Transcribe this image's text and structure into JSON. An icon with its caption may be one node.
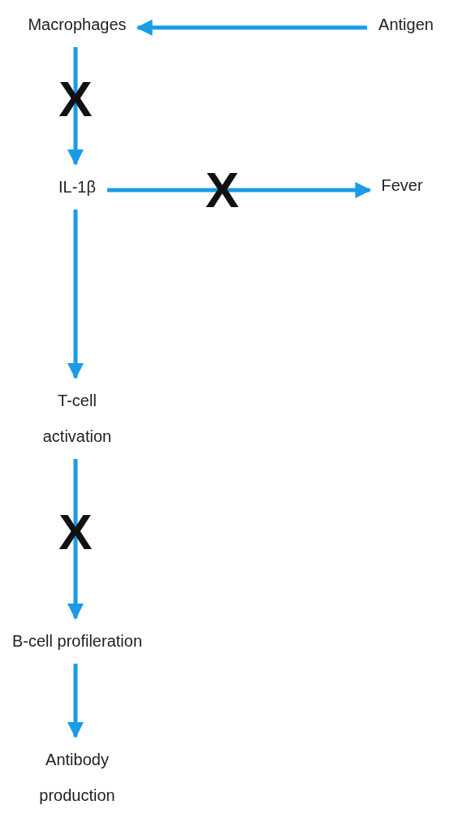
{
  "diagram": {
    "nodes": [
      {
        "text": [
          "Macrophages"
        ]
      },
      {
        "text": [
          "Antigen"
        ]
      },
      {
        "text": [
          "IL-1β"
        ]
      },
      {
        "text": [
          "Fever"
        ]
      },
      {
        "text": [
          "T-cell activation"
        ]
      },
      {
        "text": [
          "B-cell profileration"
        ]
      },
      {
        "text": [
          "Antibody production"
        ]
      }
    ],
    "edges": [
      {
        "from": 1,
        "to": 0,
        "arrow": "to"
      },
      {
        "from": 0,
        "to": 2,
        "arrow": "to",
        "label": "X"
      },
      {
        "from": 2,
        "to": 3,
        "arrow": "to",
        "label": "X"
      },
      {
        "from": 2,
        "to": 4,
        "arrow": "to"
      },
      {
        "from": 4,
        "to": 5,
        "arrow": "to",
        "label": "X"
      },
      {
        "from": 5,
        "to": 6,
        "arrow": "to"
      }
    ]
  }
}
